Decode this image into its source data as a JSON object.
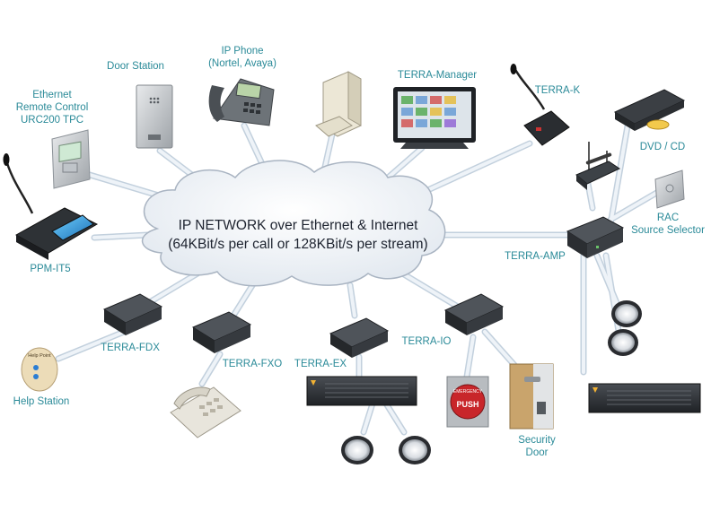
{
  "cloud": {
    "line1": "IP NETWORK over Ethernet & Internet",
    "line2": "(64KBit/s per call or 128KBit/s per stream)"
  },
  "labels": {
    "door_station": "Door Station",
    "ip_phone_1": "IP Phone",
    "ip_phone_2": "(Nortel, Avaya)",
    "terra_manager": "TERRA-Manager",
    "terra_k": "TERRA-K",
    "dvd_cd": "DVD / CD",
    "ethernet_1": "Ethernet",
    "ethernet_2": "Remote Control",
    "ethernet_3": "URC200 TPC",
    "rac_1": "RAC",
    "rac_2": "Source Selector",
    "terra_amp": "TERRA-AMP",
    "ppm_it5": "PPM-IT5",
    "terra_fdx": "TERRA-FDX",
    "terra_fxo": "TERRA-FXO",
    "terra_ex": "TERRA-EX",
    "terra_io": "TERRA-IO",
    "help_station": "Help Station",
    "security_1": "Security",
    "security_2": "Door"
  },
  "device_text": {
    "help_point": "Help Point",
    "emergency": "EMERGENCY",
    "push": "PUSH"
  },
  "colors": {
    "label": "#2a8a98",
    "link": "#dde7f0",
    "link_edge": "#b9c9d8",
    "cloud_fill": "#eef2f7",
    "cloud_edge": "#a9b4c2",
    "device_dark": "#2f3236"
  }
}
